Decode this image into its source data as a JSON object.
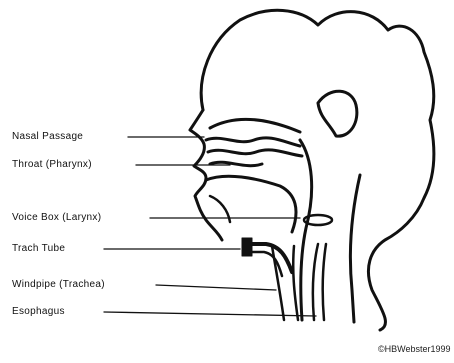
{
  "labels": {
    "nasal_passage": "Nasal Passage",
    "throat": "Throat (Pharynx)",
    "voice_box": "Voice Box (Larynx)",
    "trach_tube": "Trach Tube",
    "windpipe": "Windpipe (Trachea)",
    "esophagus": "Esophagus"
  },
  "credit": "©HBWebster1999",
  "colors": {
    "ink": "#111111",
    "background": "#ffffff"
  }
}
